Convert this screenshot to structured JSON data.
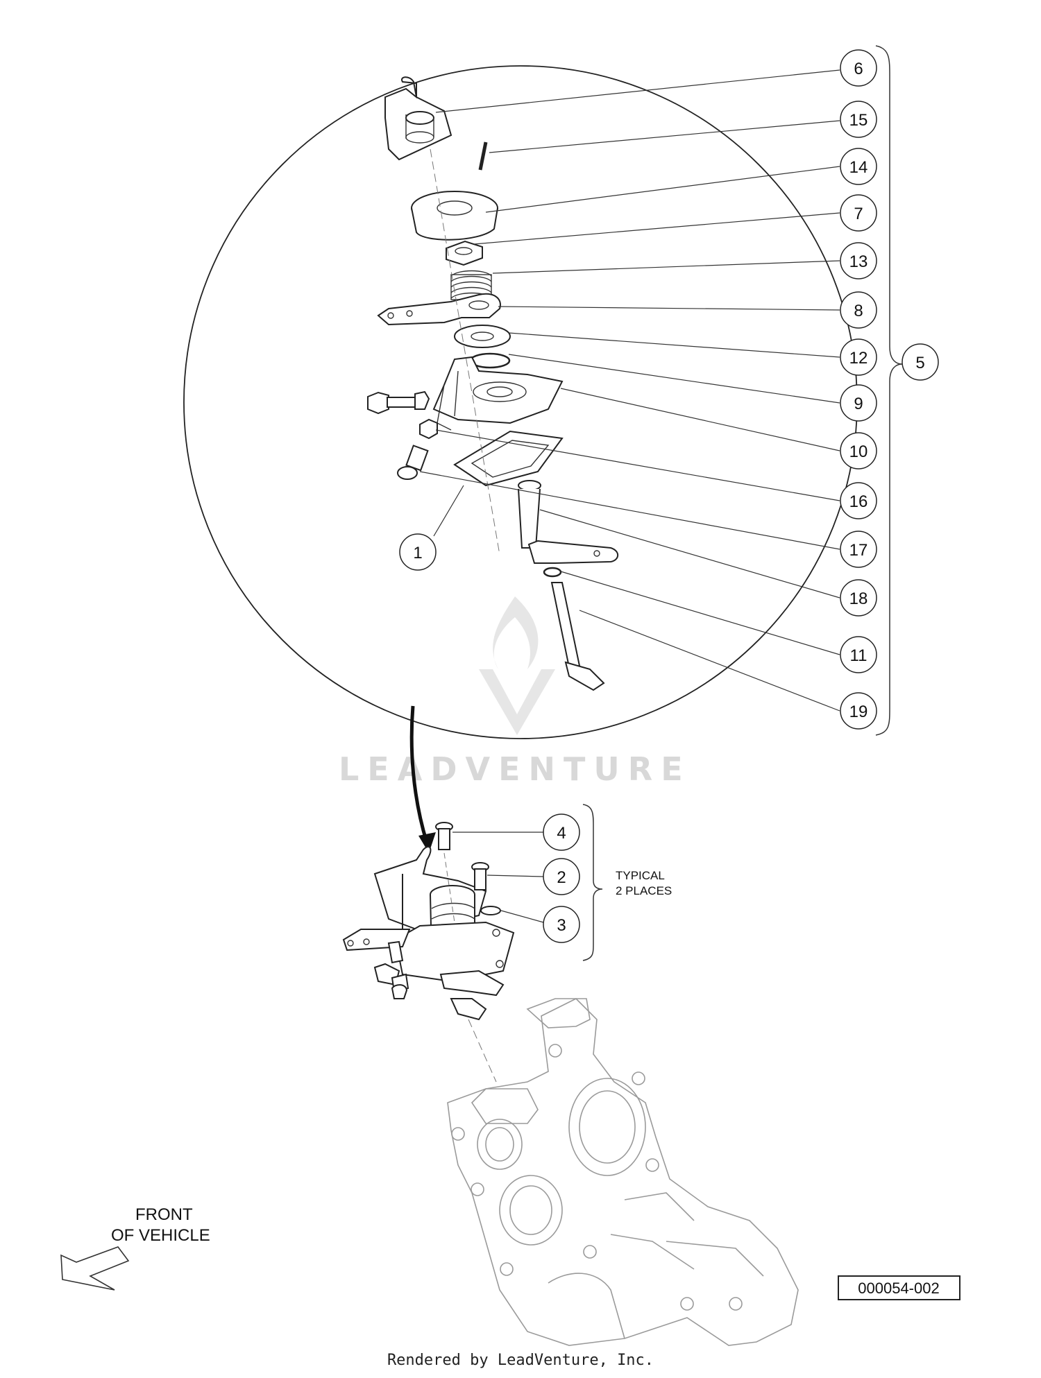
{
  "callouts": {
    "c6": "6",
    "c15": "15",
    "c14": "14",
    "c7": "7",
    "c13": "13",
    "c8": "8",
    "c12": "12",
    "c9": "9",
    "c10": "10",
    "c16": "16",
    "c17": "17",
    "c18": "18",
    "c11": "11",
    "c19": "19",
    "c1": "1",
    "c5": "5",
    "c4": "4",
    "c2": "2",
    "c3": "3"
  },
  "note": {
    "line1": "TYPICAL",
    "line2": "2 PLACES"
  },
  "front_label": {
    "line1": "FRONT",
    "line2": "OF VEHICLE"
  },
  "doc_id": "000054-002",
  "watermark": "LEADVENTURE",
  "footer": "Rendered by LeadVenture, Inc."
}
